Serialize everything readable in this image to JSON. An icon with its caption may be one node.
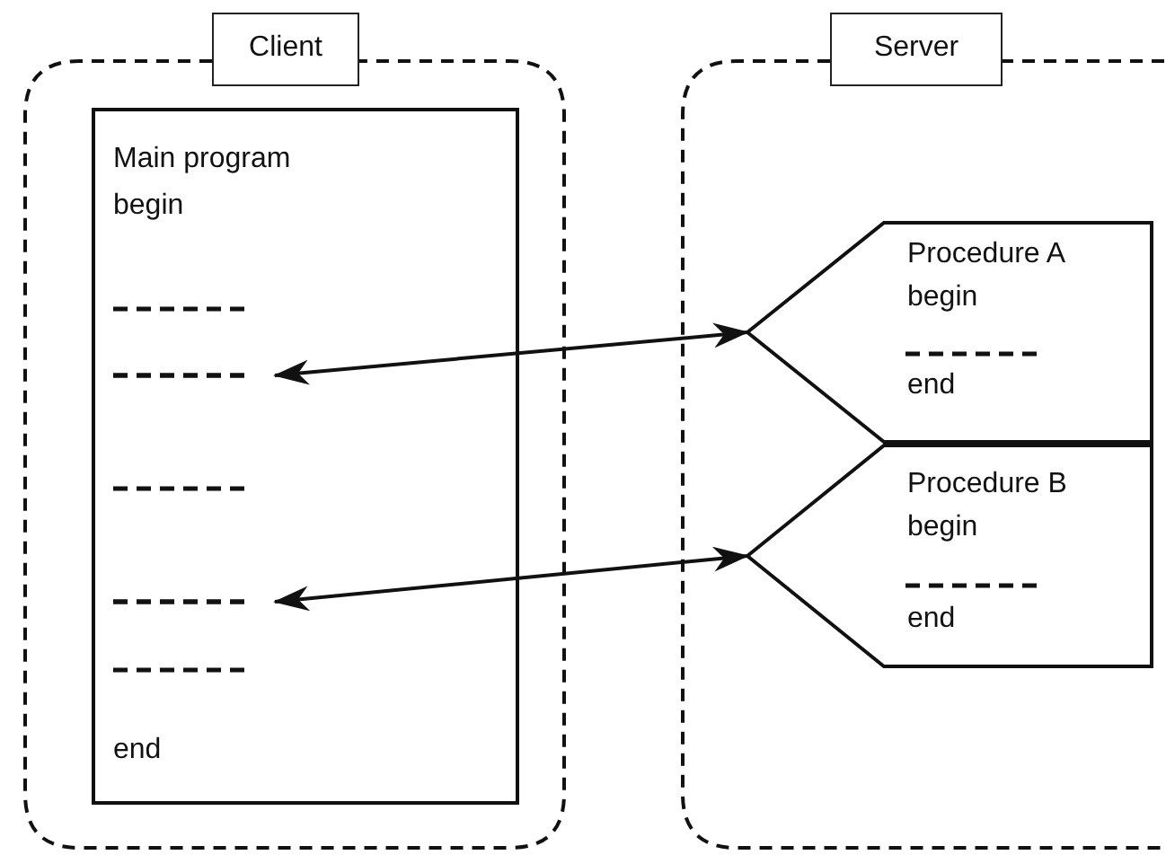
{
  "diagram": {
    "nodes": [
      {
        "text": [
          "Client"
        ]
      },
      {
        "text": [
          "Main program begin",
          "end"
        ],
        "in": 0
      },
      {
        "text": [],
        "shape": "line",
        "in": 1
      },
      {
        "text": [],
        "shape": "line",
        "in": 1
      },
      {
        "text": [
          "Server"
        ]
      },
      {
        "text": [
          "Procedure A begin",
          "end"
        ],
        "in": 4
      },
      {
        "text": [
          "Procedure B begin",
          "end"
        ],
        "in": 4
      }
    ],
    "edges": [
      {
        "from": 2,
        "to": 5,
        "arrow": "both"
      },
      {
        "from": 3,
        "to": 6,
        "arrow": "both"
      }
    ]
  }
}
